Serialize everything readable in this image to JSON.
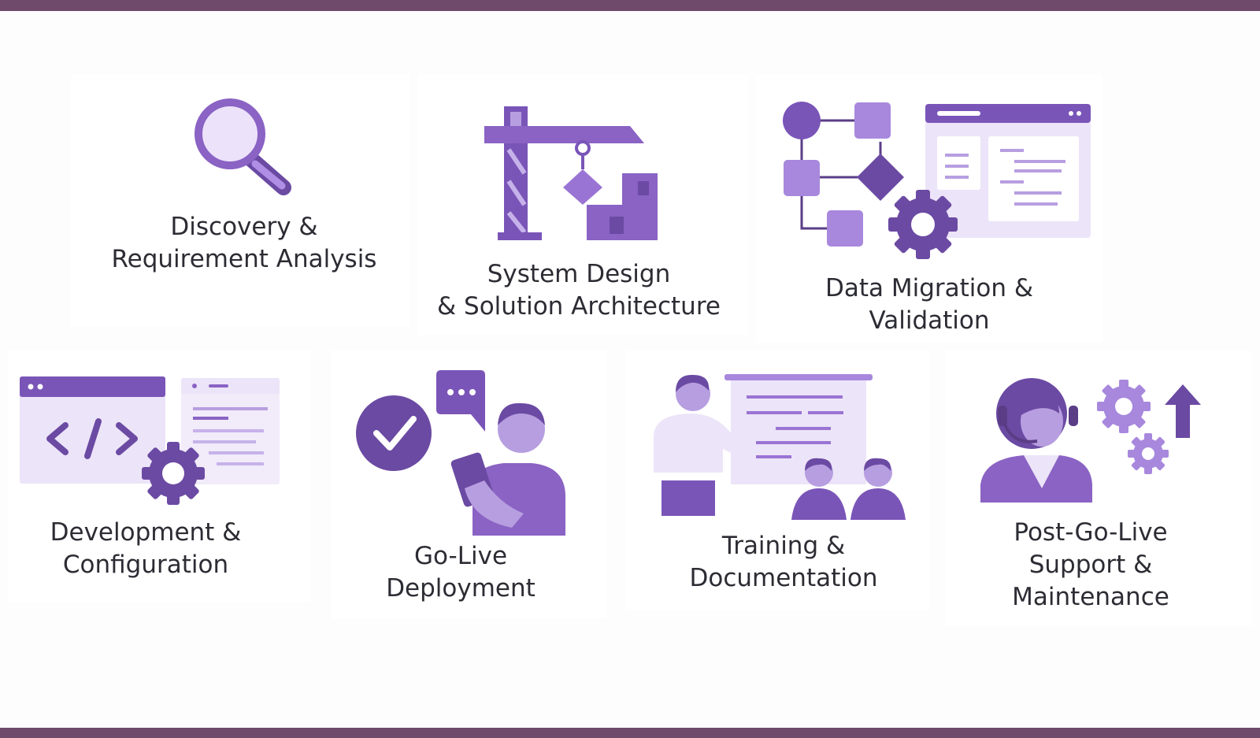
{
  "colors": {
    "frame": "#6f4a6b",
    "dark_purple": "#6b4aa3",
    "mid_purple": "#8a63c4",
    "light_purple": "#b79ee0",
    "pale_purple": "#ece4f8",
    "text": "#2c2c34"
  },
  "stages": [
    {
      "id": "discovery",
      "icon": "magnifying-glass-icon",
      "lines": [
        "Discovery &",
        "Requirement Analysis"
      ]
    },
    {
      "id": "system-design",
      "icon": "construction-crane-icon",
      "lines": [
        "System Design",
        "& Solution Architecture"
      ]
    },
    {
      "id": "data-migration",
      "icon": "flowchart-gear-icon",
      "lines": [
        "Data Migration &",
        "Validation"
      ]
    },
    {
      "id": "development",
      "icon": "code-window-gear-icon",
      "lines": [
        "Development &",
        "Configuration"
      ]
    },
    {
      "id": "go-live",
      "icon": "person-tablet-check-icon",
      "lines": [
        "Go-Live",
        "Deployment"
      ]
    },
    {
      "id": "training",
      "icon": "presenter-whiteboard-icon",
      "lines": [
        "Training &",
        "Documentation"
      ]
    },
    {
      "id": "support",
      "icon": "support-agent-headset-icon",
      "lines": [
        "Post-Go-Live",
        "Support &",
        "Maintenance"
      ]
    }
  ]
}
